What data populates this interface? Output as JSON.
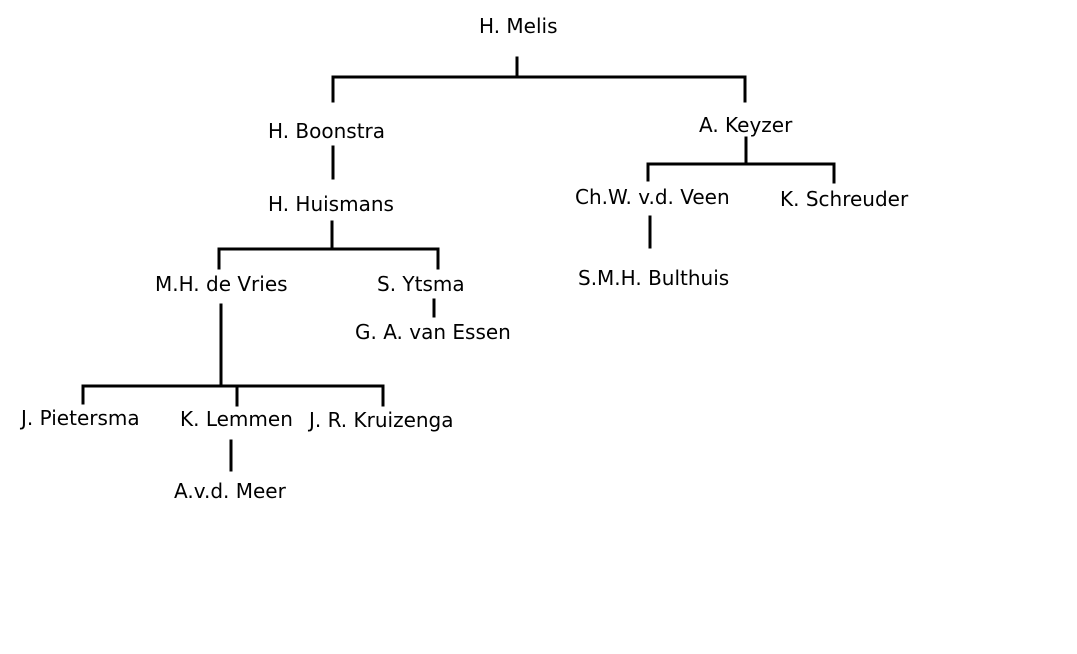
{
  "tree": {
    "nodes": [
      {
        "id": "n1",
        "name": "H. Melis"
      },
      {
        "id": "n2",
        "name": "H. Boonstra"
      },
      {
        "id": "n3",
        "name": "A. Keyzer"
      },
      {
        "id": "n4",
        "name": "H. Huismans"
      },
      {
        "id": "n5",
        "name": "Ch.W. v.d. Veen"
      },
      {
        "id": "n6",
        "name": "K. Schreuder"
      },
      {
        "id": "n7",
        "name": "M.H. de Vries"
      },
      {
        "id": "n8",
        "name": "S. Ytsma"
      },
      {
        "id": "n9",
        "name": "S.M.H. Bulthuis"
      },
      {
        "id": "n10",
        "name": "G. A. van Essen"
      },
      {
        "id": "n11",
        "name": "J. Pietersma"
      },
      {
        "id": "n12",
        "name": "K. Lemmen"
      },
      {
        "id": "n13",
        "name": "J. R. Kruizenga"
      },
      {
        "id": "n14",
        "name": "A.v.d. Meer"
      }
    ],
    "edges": [
      [
        "n1",
        "n2"
      ],
      [
        "n1",
        "n3"
      ],
      [
        "n2",
        "n4"
      ],
      [
        "n3",
        "n5"
      ],
      [
        "n3",
        "n6"
      ],
      [
        "n4",
        "n7"
      ],
      [
        "n4",
        "n8"
      ],
      [
        "n5",
        "n9"
      ],
      [
        "n8",
        "n10"
      ],
      [
        "n7",
        "n11"
      ],
      [
        "n7",
        "n12"
      ],
      [
        "n7",
        "n13"
      ],
      [
        "n12",
        "n14"
      ]
    ]
  }
}
